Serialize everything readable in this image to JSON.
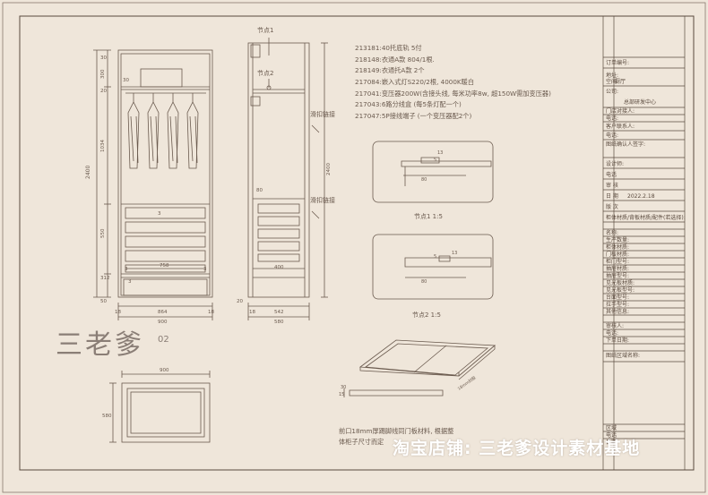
{
  "drawing": {
    "node_labels": [
      "节点1",
      "节点2"
    ],
    "slide_labels": [
      "滑扣链接",
      "滑扣链接"
    ],
    "detail_titles": [
      "节点1 1:5",
      "节点2 1:5"
    ],
    "front_dims": {
      "overall_height": "2400",
      "d30a": "30",
      "d30b": "30",
      "d300": "300",
      "d20": "20",
      "d1034": "1034",
      "d550": "550",
      "d312": "312",
      "d50": "50",
      "d18a": "18",
      "d864": "864",
      "d18b": "18",
      "d900": "900",
      "d758": "758",
      "d3a": "3",
      "d3b": "3",
      "d3c": "3",
      "d3d": "3"
    },
    "side_dims": {
      "d2400": "2400",
      "d80": "80",
      "d400": "400",
      "d18": "18",
      "d542": "542",
      "d580": "580",
      "d20": "20"
    },
    "plan_dims": {
      "d900": "900",
      "d580": "580"
    },
    "detail1": {
      "d5": "5",
      "d13": "13",
      "d80": "80"
    },
    "detail2": {
      "d5": "5",
      "d13": "13",
      "d80": "80"
    },
    "tray_dims": {
      "d15": "15",
      "d30": "30",
      "d18": "18mm封胶"
    },
    "notes": [
      "213181:40托底轨 5付",
      "218148:衣通A款 804/1根.",
      "218149:衣通托A款 2个",
      "217084:嵌入式灯S220/2根, 4000K暖白",
      "217041:变压器200W(含接头线, 每米功率8w, 超150W需加变压器)",
      "217043:6路分线盒 (每5条灯配一个)",
      "217047:5P接线端子 (一个变压器配2个)"
    ],
    "tail_notes": [
      "前口18mm厚踢脚线同门板材料, 根据整",
      "体柜子尺寸而定"
    ]
  },
  "title_block": {
    "order_no": "订单编号:",
    "address": "地址:",
    "room_label": "空间:",
    "room_value": "厨厅",
    "company_label": "公司:",
    "company_value": "总部研发中心",
    "store_contact": "门店对接人:",
    "phone1": "电话:",
    "sales_contact": "客户联系人:",
    "phone2": "电话:",
    "customer_confirm": "图纸确认人签字:",
    "designer": "设计师:",
    "phone3": "电话",
    "reviewer": "审 核",
    "date_label": "日 期",
    "date_value": "2022.2.18",
    "version": "版 次",
    "materials_header": "柜体材质/背板材质/配件(若选择):",
    "rows": [
      "名称:",
      "生产数量:",
      "柜体材质:",
      "门板材质:",
      "柜门型号:",
      "抽屉材质:",
      "抽屉型号:",
      "见光板材质:",
      "见光板型号:",
      "台面型号:",
      "拉手型号:",
      "其他信息:",
      "审核人:",
      "电话:",
      "下单日期:",
      "图纸区域名称:"
    ],
    "bottom_rows": [
      "区域",
      "电话",
      "日期"
    ]
  },
  "watermarks": {
    "brand": "三老爹",
    "page": "02",
    "shop": "淘宝店铺: 三老爹设计素材基地"
  }
}
